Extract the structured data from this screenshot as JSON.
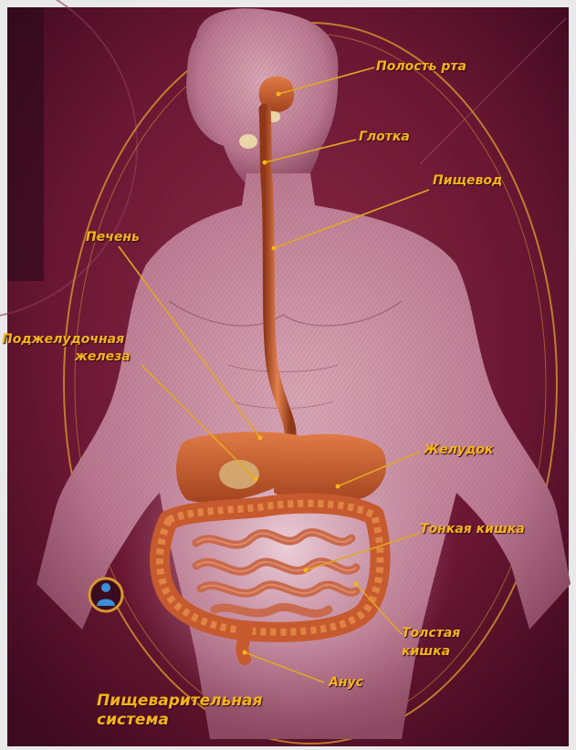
{
  "colors": {
    "background": "#6e1834",
    "label": "#f6b417",
    "leader_line": "#e2a623",
    "organ": "#c65a2e",
    "frame": "#d9962d"
  },
  "labels": {
    "mouth": "Полость рта",
    "pharynx": "Глотка",
    "esophagus": "Пищевод",
    "liver": "Печень",
    "pancreas_line1": "Поджелудочная",
    "pancreas_line2": "железа",
    "stomach": "Желудок",
    "small_intestine": "Тонкая кишка",
    "large_intestine_line1": "Толстая",
    "large_intestine_line2": "кишка",
    "anus": "Анус"
  },
  "title": {
    "line1": "Пищеварительная",
    "line2": "система"
  },
  "icons": {
    "nav_icon": "person-icon"
  }
}
